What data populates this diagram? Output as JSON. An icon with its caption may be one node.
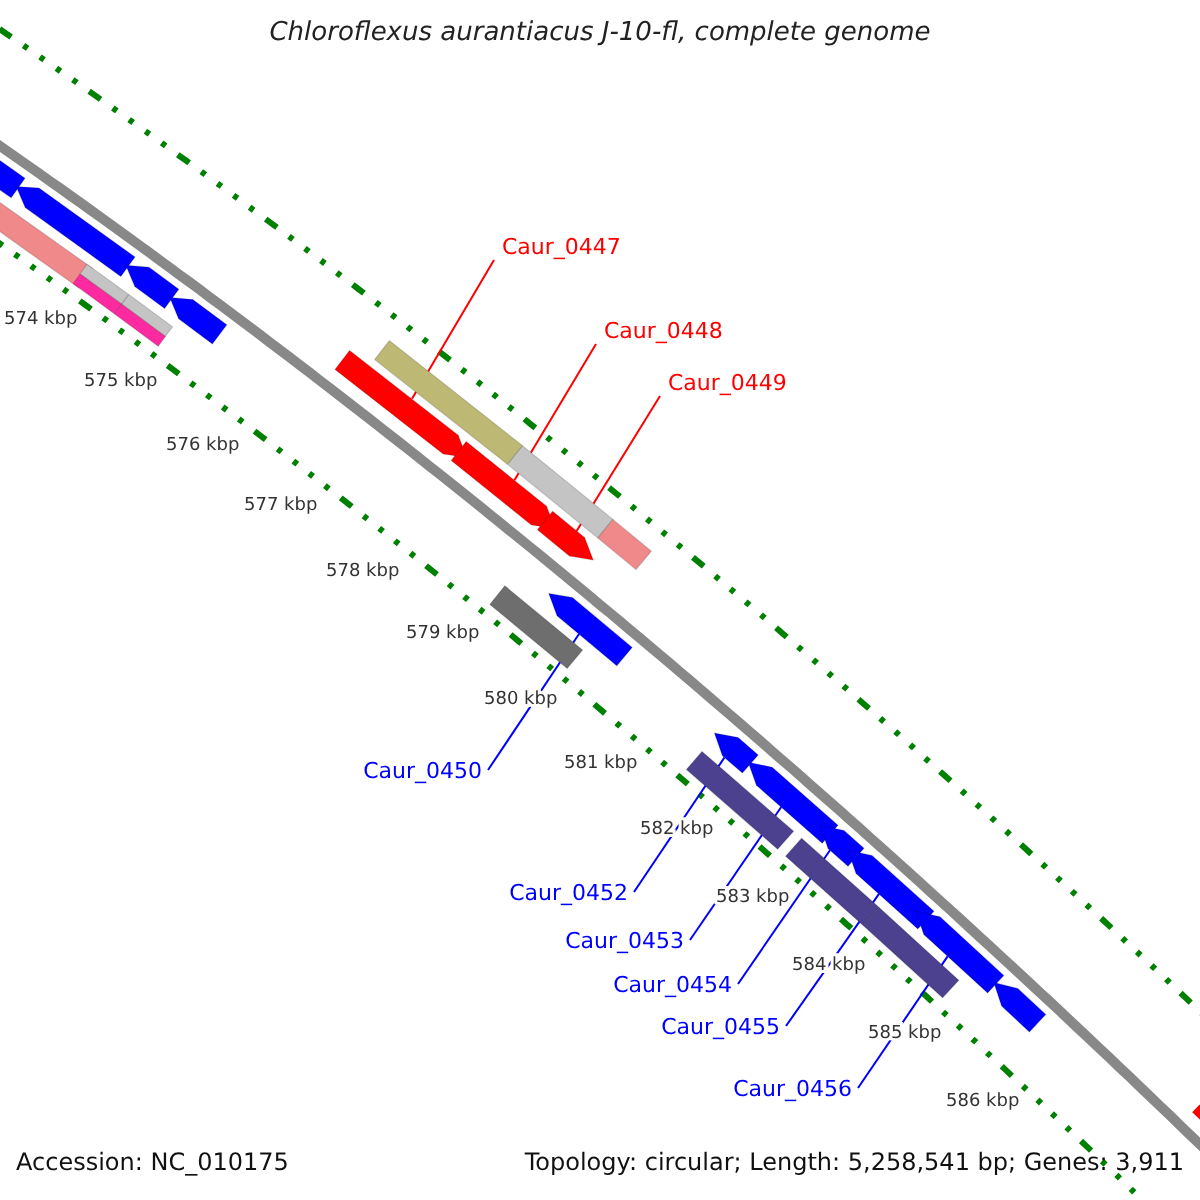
{
  "diagram": {
    "title": "Chloroflexus aurantiacus J-10-fl, complete genome",
    "nodes": [
      {
        "text": [
          "Caur_0447"
        ]
      },
      {
        "text": [
          "Caur_0448"
        ]
      },
      {
        "text": [
          "Caur_0449"
        ]
      },
      {
        "text": [
          "Caur_0450"
        ]
      },
      {
        "text": [
          "Caur_0452"
        ]
      },
      {
        "text": [
          "Caur_0453"
        ]
      },
      {
        "text": [
          "Caur_0454"
        ]
      },
      {
        "text": [
          "Caur_0455"
        ]
      },
      {
        "text": [
          "Caur_0456"
        ]
      },
      {
        "text": [],
        "shape": "arrow"
      },
      {
        "text": [],
        "shape": "arrow"
      },
      {
        "text": [],
        "shape": "arrow"
      },
      {
        "text": [],
        "shape": "arrow"
      },
      {
        "text": [],
        "shape": "arrow"
      },
      {
        "text": [],
        "shape": "arrow"
      },
      {
        "text": [],
        "shape": "arrow"
      },
      {
        "text": [],
        "shape": "arrow"
      },
      {
        "text": [],
        "shape": "arrow"
      },
      {
        "text": [],
        "shape": "bar"
      }
    ],
    "edges": [
      {
        "from": 0,
        "to": 9,
        "arrow": "none",
        "color": "#ff0000"
      },
      {
        "from": 1,
        "to": 10,
        "arrow": "none",
        "color": "#ff0000"
      },
      {
        "from": 2,
        "to": 11,
        "arrow": "none",
        "color": "#ff0000"
      },
      {
        "from": 3,
        "to": 12,
        "arrow": "none"
      },
      {
        "from": 4,
        "to": 13,
        "arrow": "none"
      },
      {
        "from": 5,
        "to": 14,
        "arrow": "none"
      },
      {
        "from": 6,
        "to": 15,
        "arrow": "none"
      },
      {
        "from": 7,
        "to": 16,
        "arrow": "none"
      },
      {
        "from": 8,
        "to": 17,
        "arrow": "none"
      }
    ],
    "labels": [
      "574 kbp",
      "575 kbp",
      "576 kbp",
      "577 kbp",
      "578 kbp",
      "579 kbp",
      "580 kbp",
      "581 kbp",
      "582 kbp",
      "583 kbp",
      "584 kbp",
      "585 kbp",
      "586 kbp",
      "Accession: NC_010175",
      "Topology: circular; Length: 5,258,541 bp; Genes: 3,911"
    ]
  }
}
